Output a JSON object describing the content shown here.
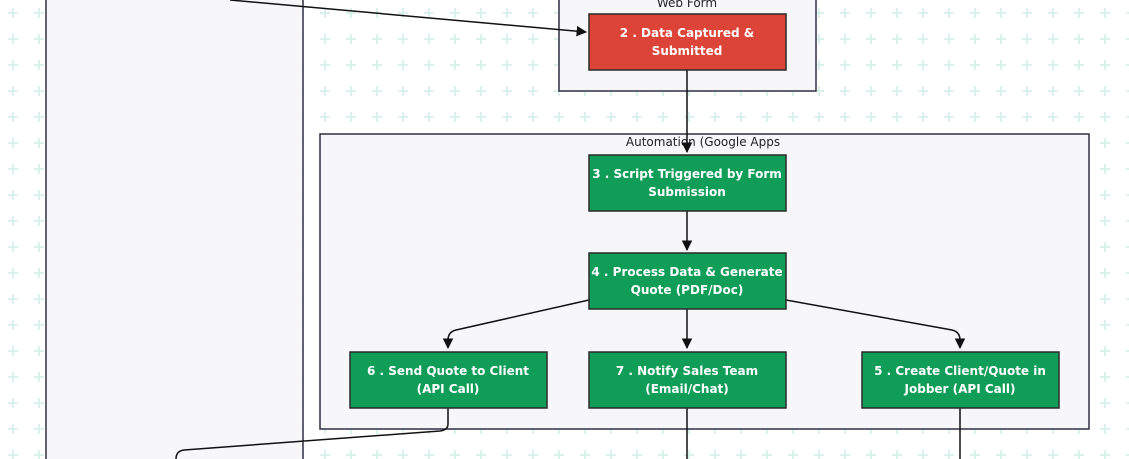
{
  "colors": {
    "background": "#ffffff",
    "grid": "#cfeee6",
    "group_fill": "#f7f7fa",
    "group_border": "#2f2f45",
    "node_red": "#db4437",
    "node_green": "#0f9d58",
    "node_border": "#2a2a2a",
    "edge": "#111111"
  },
  "groups": {
    "web_form": {
      "title": "Web Form"
    },
    "automation": {
      "title": "Automation (Google Apps"
    }
  },
  "nodes": {
    "n2": {
      "line1": "2 . Data Captured &",
      "line2": "Submitted",
      "color": "red"
    },
    "n3": {
      "line1": "3 . Script Triggered by Form",
      "line2": "Submission",
      "color": "green"
    },
    "n4": {
      "line1": "4 . Process Data & Generate",
      "line2": "Quote (PDF/Doc)",
      "color": "green"
    },
    "n6": {
      "line1": "6 . Send Quote to Client",
      "line2": "(API Call)",
      "color": "green"
    },
    "n7": {
      "line1": "7 . Notify Sales Team",
      "line2": "(Email/Chat)",
      "color": "green"
    },
    "n5": {
      "line1": "5 . Create Client/Quote in",
      "line2": "Jobber (API Call)",
      "color": "green"
    }
  },
  "edges": [
    {
      "from": "offscreen-left",
      "to": "n2"
    },
    {
      "from": "n2",
      "to": "n3"
    },
    {
      "from": "n3",
      "to": "n4"
    },
    {
      "from": "n4",
      "to": "n6"
    },
    {
      "from": "n4",
      "to": "n7"
    },
    {
      "from": "n4",
      "to": "n5"
    },
    {
      "from": "n6",
      "to": "offscreen-bottom"
    },
    {
      "from": "n7",
      "to": "offscreen-bottom"
    },
    {
      "from": "n5",
      "to": "offscreen-bottom"
    }
  ]
}
